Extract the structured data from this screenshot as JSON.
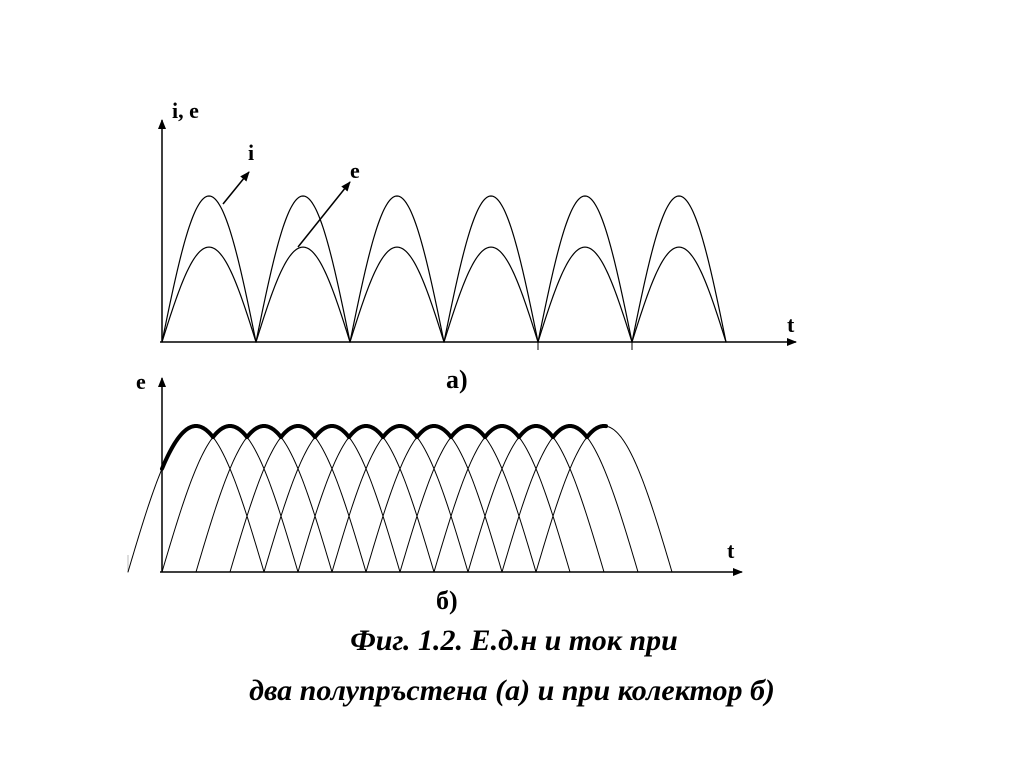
{
  "panel_a": {
    "y_axis_label": "i, e",
    "x_axis_label": "t",
    "curve_i_label": "i",
    "curve_e_label": "e",
    "sublabel": "а)",
    "pulse_count": 6,
    "outer_curve": "i",
    "inner_curve": "e",
    "inner_to_outer_peak_ratio": 0.65
  },
  "panel_b": {
    "y_axis_label": "e",
    "x_axis_label": "t",
    "sublabel": "б)",
    "pulse_count": 13,
    "envelope": "bold"
  },
  "caption": {
    "line1": "Фиг. 1.2. Е.д.н и ток при",
    "line2": "два полупръстена (а) и при колектор б)"
  }
}
